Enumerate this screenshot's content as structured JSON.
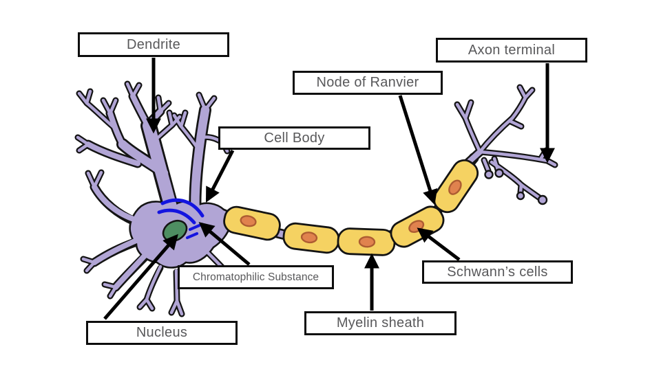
{
  "diagram": {
    "type": "labeled-diagram",
    "subject": "neuron-anatomy",
    "labels": [
      {
        "id": "dendrite",
        "text": "Dendrite"
      },
      {
        "id": "axon_terminal",
        "text": "Axon terminal"
      },
      {
        "id": "node_of_ranvier",
        "text": "Node of Ranvier"
      },
      {
        "id": "cell_body",
        "text": "Cell Body"
      },
      {
        "id": "chromatophilic_substance",
        "text": "Chromatophilic Substance"
      },
      {
        "id": "nucleus",
        "text": "Nucleus"
      },
      {
        "id": "myelin_sheath",
        "text": "Myelin sheath"
      },
      {
        "id": "schwanns_cells",
        "text": "Schwann’s cells"
      }
    ],
    "colors": {
      "membrane": "#b1a5d5",
      "outline": "#141414",
      "myelin": "#f5d262",
      "schwann_nucleus_fill": "#e0824e",
      "schwann_nucleus_stroke": "#ad5c32",
      "nucleus_fill": "#4e8e62",
      "nissl": "#1414e0",
      "label_text": "#58585a",
      "label_border": "#0d0d0d",
      "arrow": "#000000"
    }
  }
}
